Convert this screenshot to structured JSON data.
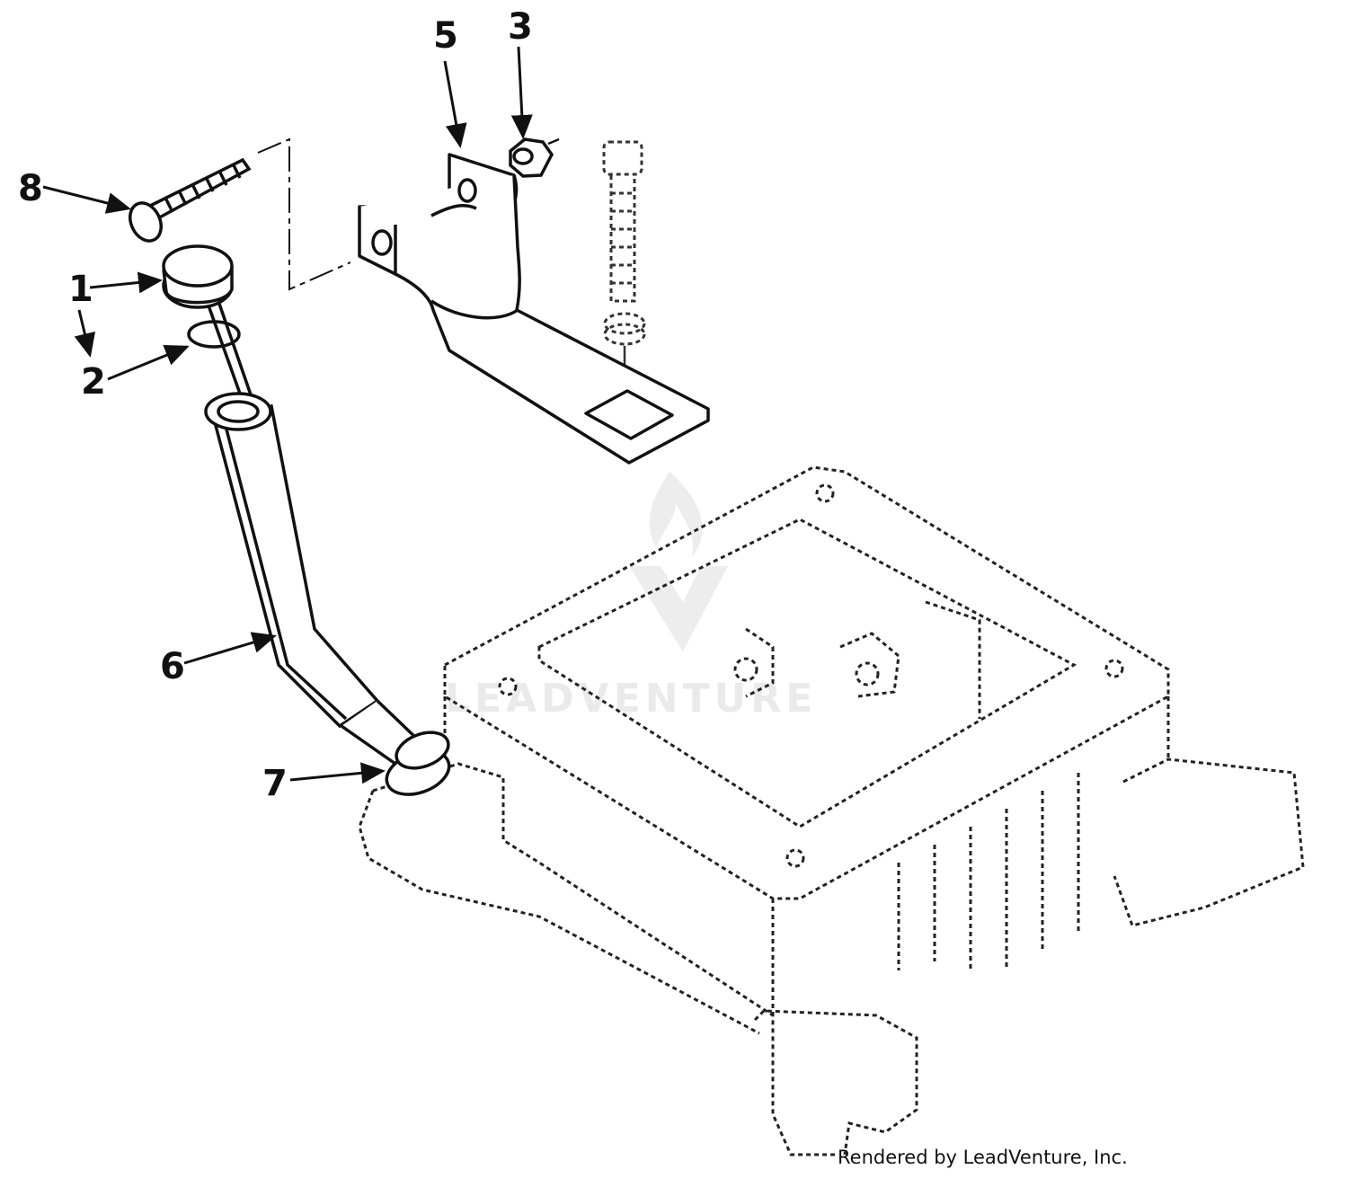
{
  "callouts": [
    {
      "id": "1",
      "label": "1"
    },
    {
      "id": "2",
      "label": "2"
    },
    {
      "id": "3",
      "label": "3"
    },
    {
      "id": "5",
      "label": "5"
    },
    {
      "id": "6",
      "label": "6"
    },
    {
      "id": "7",
      "label": "7"
    },
    {
      "id": "8",
      "label": "8"
    }
  ],
  "watermark": {
    "text": "LEADVENTURE"
  },
  "credit": "Rendered by LeadVenture, Inc."
}
